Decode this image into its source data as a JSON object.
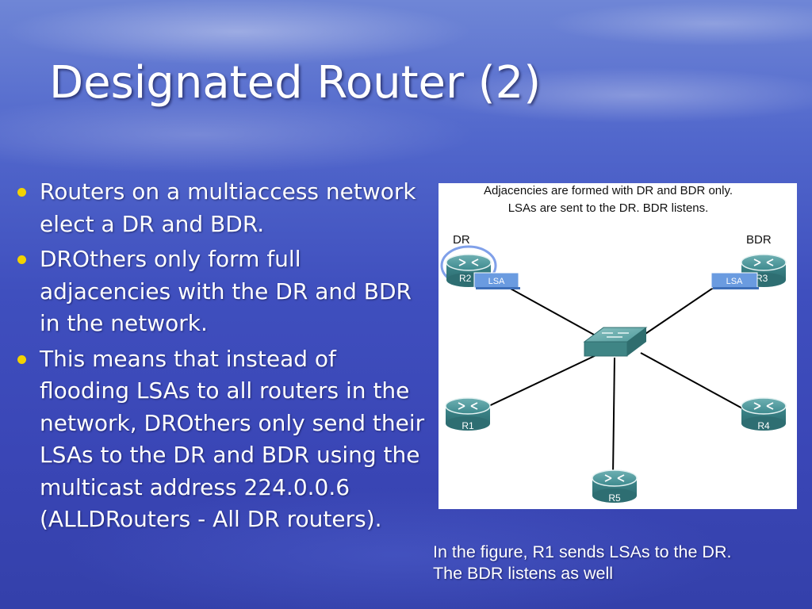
{
  "slide": {
    "title": "Designated Router (2)",
    "bullets": [
      "Routers on a multiaccess network elect a DR and BDR.",
      "DROthers only form full adjacencies with the DR and BDR in the network.",
      "This means that instead of flooding LSAs to all routers in the network, DROthers only send their LSAs to the DR and BDR using the multicast address 224.0.0.6 (ALLDRouters - All DR routers)."
    ],
    "caption_lines": [
      "In the figure, R1 sends LSAs to the DR.",
      "The BDR listens as well"
    ]
  },
  "figure": {
    "header_line1": "Adjacencies are formed with DR and BDR only.",
    "header_line2": "LSAs are sent to the DR. BDR listens.",
    "role_dr": "DR",
    "role_bdr": "BDR",
    "routers": {
      "r2": "R2",
      "r3": "R3",
      "r1": "R1",
      "r4": "R4",
      "r5": "R5"
    },
    "lsa_labels": [
      "LSA",
      "LSA"
    ],
    "colors": {
      "router": "#3f8b8f",
      "lsa_box": "#5b8fd6",
      "dr_highlight": "#4a78e0"
    }
  }
}
